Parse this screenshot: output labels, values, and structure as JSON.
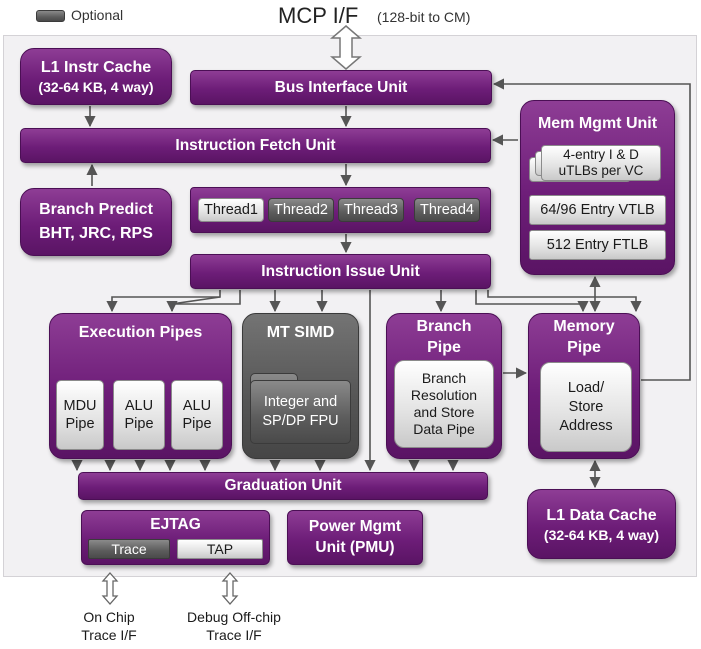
{
  "legend": {
    "optional_label": "Optional"
  },
  "header": {
    "title": "MCP I/F",
    "subtitle": "(128-bit to CM)"
  },
  "blocks": {
    "l1_instr_cache": {
      "name": "L1 Instr Cache",
      "detail": "(32-64 KB, 4 way)"
    },
    "bus_interface_unit": "Bus Interface Unit",
    "instruction_fetch_unit": "Instruction Fetch Unit",
    "mem_mgmt_unit": {
      "name": "Mem Mgmt Unit",
      "utlb_stack_text": "4-entry I & D uTLBs per VC",
      "vtlb": "64/96 Entry VTLB",
      "ftlb": "512 Entry FTLB"
    },
    "branch_predict": {
      "name": "Branch Predict",
      "detail": "BHT, JRC, RPS"
    },
    "threads": [
      "Thread1",
      "Thread2",
      "Thread3",
      "Thread4"
    ],
    "instruction_issue_unit": "Instruction Issue Unit",
    "execution_pipes": {
      "name": "Execution Pipes",
      "units": [
        "MDU\nPipe",
        "ALU\nPipe",
        "ALU\nPipe"
      ]
    },
    "mt_simd": {
      "name": "MT SIMD",
      "unit": "Integer and\nSP/DP FPU"
    },
    "branch_pipe": {
      "name": "Branch\nPipe",
      "unit": "Branch\nResolution\nand Store\nData Pipe"
    },
    "memory_pipe": {
      "name": "Memory\nPipe",
      "unit": "Load/\nStore\nAddress"
    },
    "graduation_unit": "Graduation Unit",
    "ejtag": {
      "name": "EJTAG",
      "trace": "Trace",
      "tap": "TAP"
    },
    "power_mgmt": "Power Mgmt\nUnit (PMU)",
    "l1_data_cache": {
      "name": "L1 Data Cache",
      "detail": "(32-64 KB, 4 way)"
    }
  },
  "external": {
    "on_chip_trace": "On Chip\nTrace I/F",
    "debug_off_chip": "Debug Off-chip\nTrace I/F"
  },
  "colors": {
    "block_purple": "#6d1d78",
    "optional_gray": "#555555",
    "arrow": "#555555",
    "panel": "#f2f1f3"
  }
}
